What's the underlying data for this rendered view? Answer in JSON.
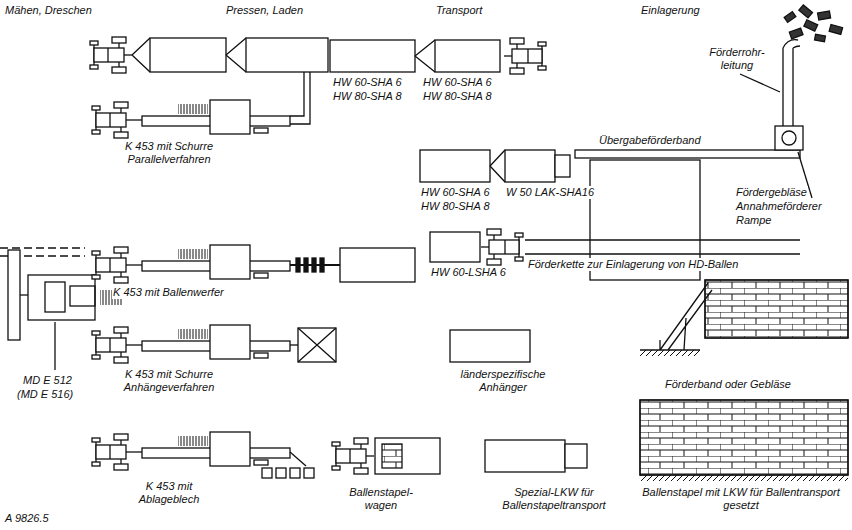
{
  "diagram": {
    "labels": [
      "Mähen, Dreschen",
      "Pressen, Laden",
      "Transport",
      "Einlagerung",
      "K 453 mit Schurre Parallelverfahren",
      "HW 60-SHA 6",
      "HW 60-SHA 6",
      "HW 80-SHA 8",
      "HW 80-SHA 8",
      "Förderrohr- leitung",
      "Übergabeförderband",
      "HW 60-SHA 6",
      "W 50 LAK-SHA16",
      "HW 80-SHA 8",
      "Fördergebläse",
      "Annahmeförderer",
      "Rampe",
      "MD E 512",
      "(MD E 516)",
      "K 453 mit Ballenwerfer",
      "HW 60-LSHA 6",
      "Förderkette zur Einlagerung von HD-Ballen",
      "Förderband oder Gebläse",
      "K 453 mit Schurre Anhängeverfahren",
      "länderspezifische Anhänger",
      "K 453 mit Ablageblech",
      "Ballenstapel- wagen",
      "Spezial-LKW für Ballenstapeltransport",
      "Ballenstapel mit LKW für Ballentransport gesetzt",
      "A 9826.5"
    ]
  }
}
